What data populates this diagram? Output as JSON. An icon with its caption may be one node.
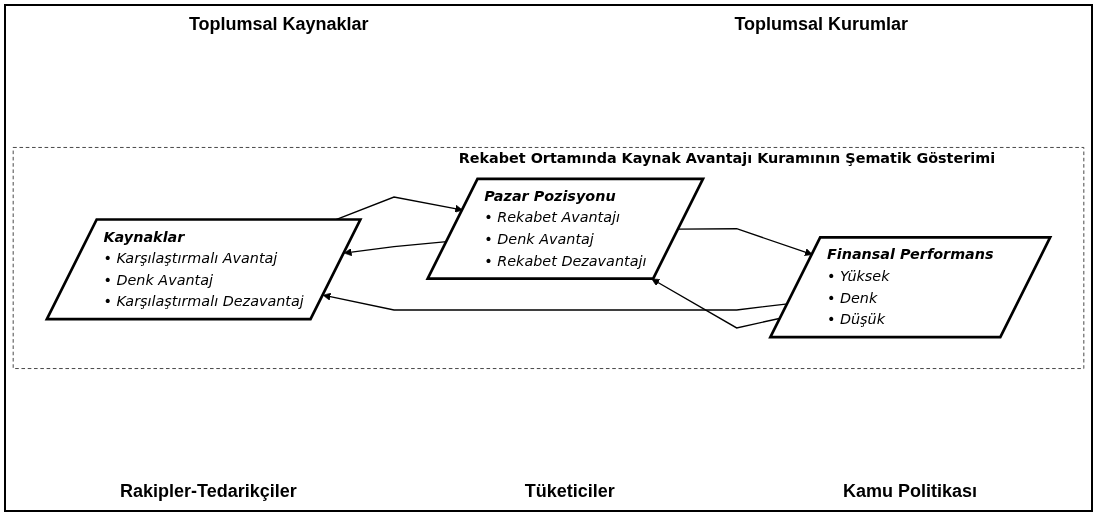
{
  "diagram": {
    "nodes": [
      {
        "text": [
          "Rekabet Ortamında Kaynak Avantajı Kuramının Şematik Gösterimi"
        ]
      },
      {
        "text": [
          "Kaynaklar",
          "• Karşılaştırmalı Avantaj",
          "• Denk Avantaj",
          "• Karşılaştırmalı Dezavantaj"
        ],
        "in": 0
      },
      {
        "text": [
          "Pazar Pozisyonu",
          "• Rekabet Avantajı",
          "• Denk Avantaj",
          "• Rekabet Dezavantajı"
        ],
        "in": 0
      },
      {
        "text": [
          "Finansal Performans",
          "• Yüksek",
          "• Denk",
          "• Düşük"
        ],
        "in": 0
      }
    ],
    "edges": [
      {
        "from": 1,
        "to": 2,
        "arrow": "to"
      },
      {
        "from": 2,
        "to": 3,
        "arrow": "to"
      },
      {
        "from": 3,
        "to": 1,
        "arrow": "to"
      },
      {
        "from": 3,
        "to": 2,
        "arrow": "to"
      },
      {
        "from": 2,
        "to": 1,
        "arrow": "to"
      }
    ],
    "labels": [
      "Toplumsal Kaynaklar",
      "Toplumsal Kurumlar",
      "Rakipler-Tedarikçiler",
      "Tüketiciler",
      "Kamu Politikası"
    ]
  }
}
